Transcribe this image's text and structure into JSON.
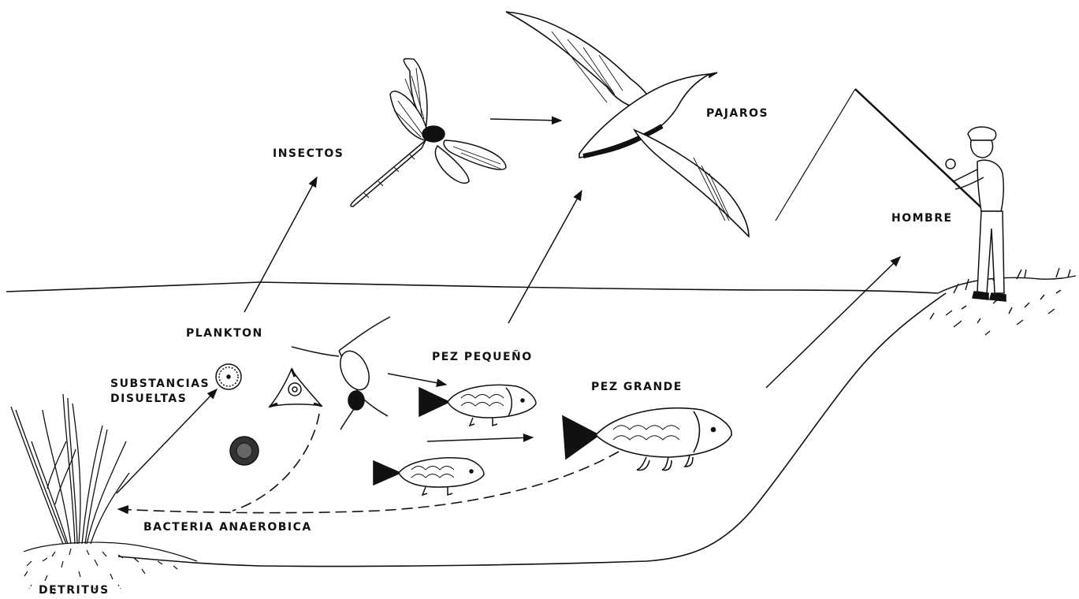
{
  "labels": {
    "insectos": "INSECTOS",
    "pajaros": "PAJAROS",
    "hombre": "HOMBRE",
    "plankton": "PLANKTON",
    "substancias_line1": "SUBSTANCIAS",
    "substancias_line2": "DISUELTAS",
    "pez_pequeno": "PEZ PEQUEÑO",
    "pez_grande": "PEZ GRANDE",
    "bacteria": "BACTERIA ANAEROBICA",
    "detritus": "DETRITUS"
  },
  "colors": {
    "ink": "#111111",
    "background": "#ffffff"
  }
}
